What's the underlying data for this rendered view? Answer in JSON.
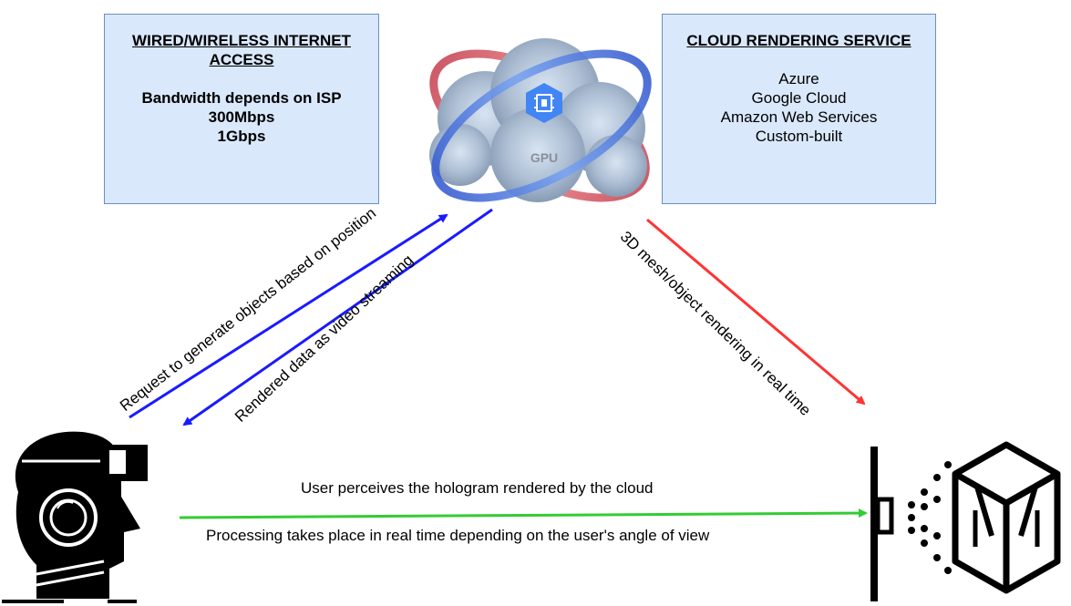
{
  "internet_box": {
    "title_line1": "WIRED/WIRELESS INTERNET",
    "title_line2": "ACCESS",
    "body_lines": [
      "Bandwidth depends on ISP",
      "300Mbps",
      "1Gbps"
    ]
  },
  "cloud_box": {
    "title": "CLOUD RENDERING SERVICE",
    "providers": [
      "Azure",
      "Google Cloud",
      "Amazon Web Services",
      "Custom-built"
    ]
  },
  "cloud": {
    "chip_label": "GPU"
  },
  "arrows": {
    "request_label": "Request to generate objects based on position",
    "rendered_label": "Rendered data as video streaming",
    "mesh_label": "3D mesh/object rendering in real time",
    "perceive_label": "User perceives the hologram rendered by the cloud",
    "processing_label": "Processing takes place in real time depending on the user's angle of view"
  },
  "colors": {
    "box_fill": "#dae8fc",
    "box_border": "#6c8ebf",
    "request_arrow": "#1a1aff",
    "mesh_arrow": "#ff3333",
    "perceive_arrow": "#33cc33",
    "chip": "#4285f4"
  },
  "icons": [
    "vr-headset-user-icon",
    "hologram-cube-icon",
    "gpu-chip-icon",
    "cloud-icon"
  ]
}
